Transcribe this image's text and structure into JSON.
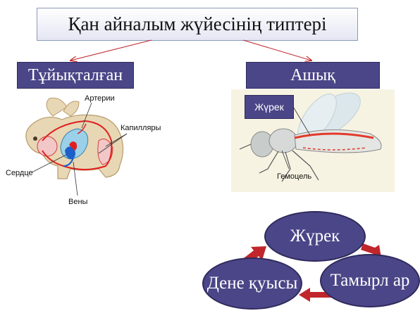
{
  "title": "Қан айналым жүйесінің типтері",
  "types": {
    "closed": "Тұйықталған",
    "open": "Ашық"
  },
  "rabbit_labels": {
    "arteries": "Артерии",
    "capillaries": "Капилляры",
    "heart": "Сердце",
    "veins": "Вены"
  },
  "insect_labels": {
    "heart_tag": "Жүрек",
    "hemocoel": "Гемоцель"
  },
  "cycle": {
    "heart": "Жүрек",
    "vessels": "Тамырл ар",
    "body_cavity": "Дене қуысы"
  },
  "colors": {
    "box_fill": "#4b4688",
    "arrow_red": "#c0262b",
    "artery_red": "#e02020",
    "vein_blue": "#1c5fc9"
  }
}
